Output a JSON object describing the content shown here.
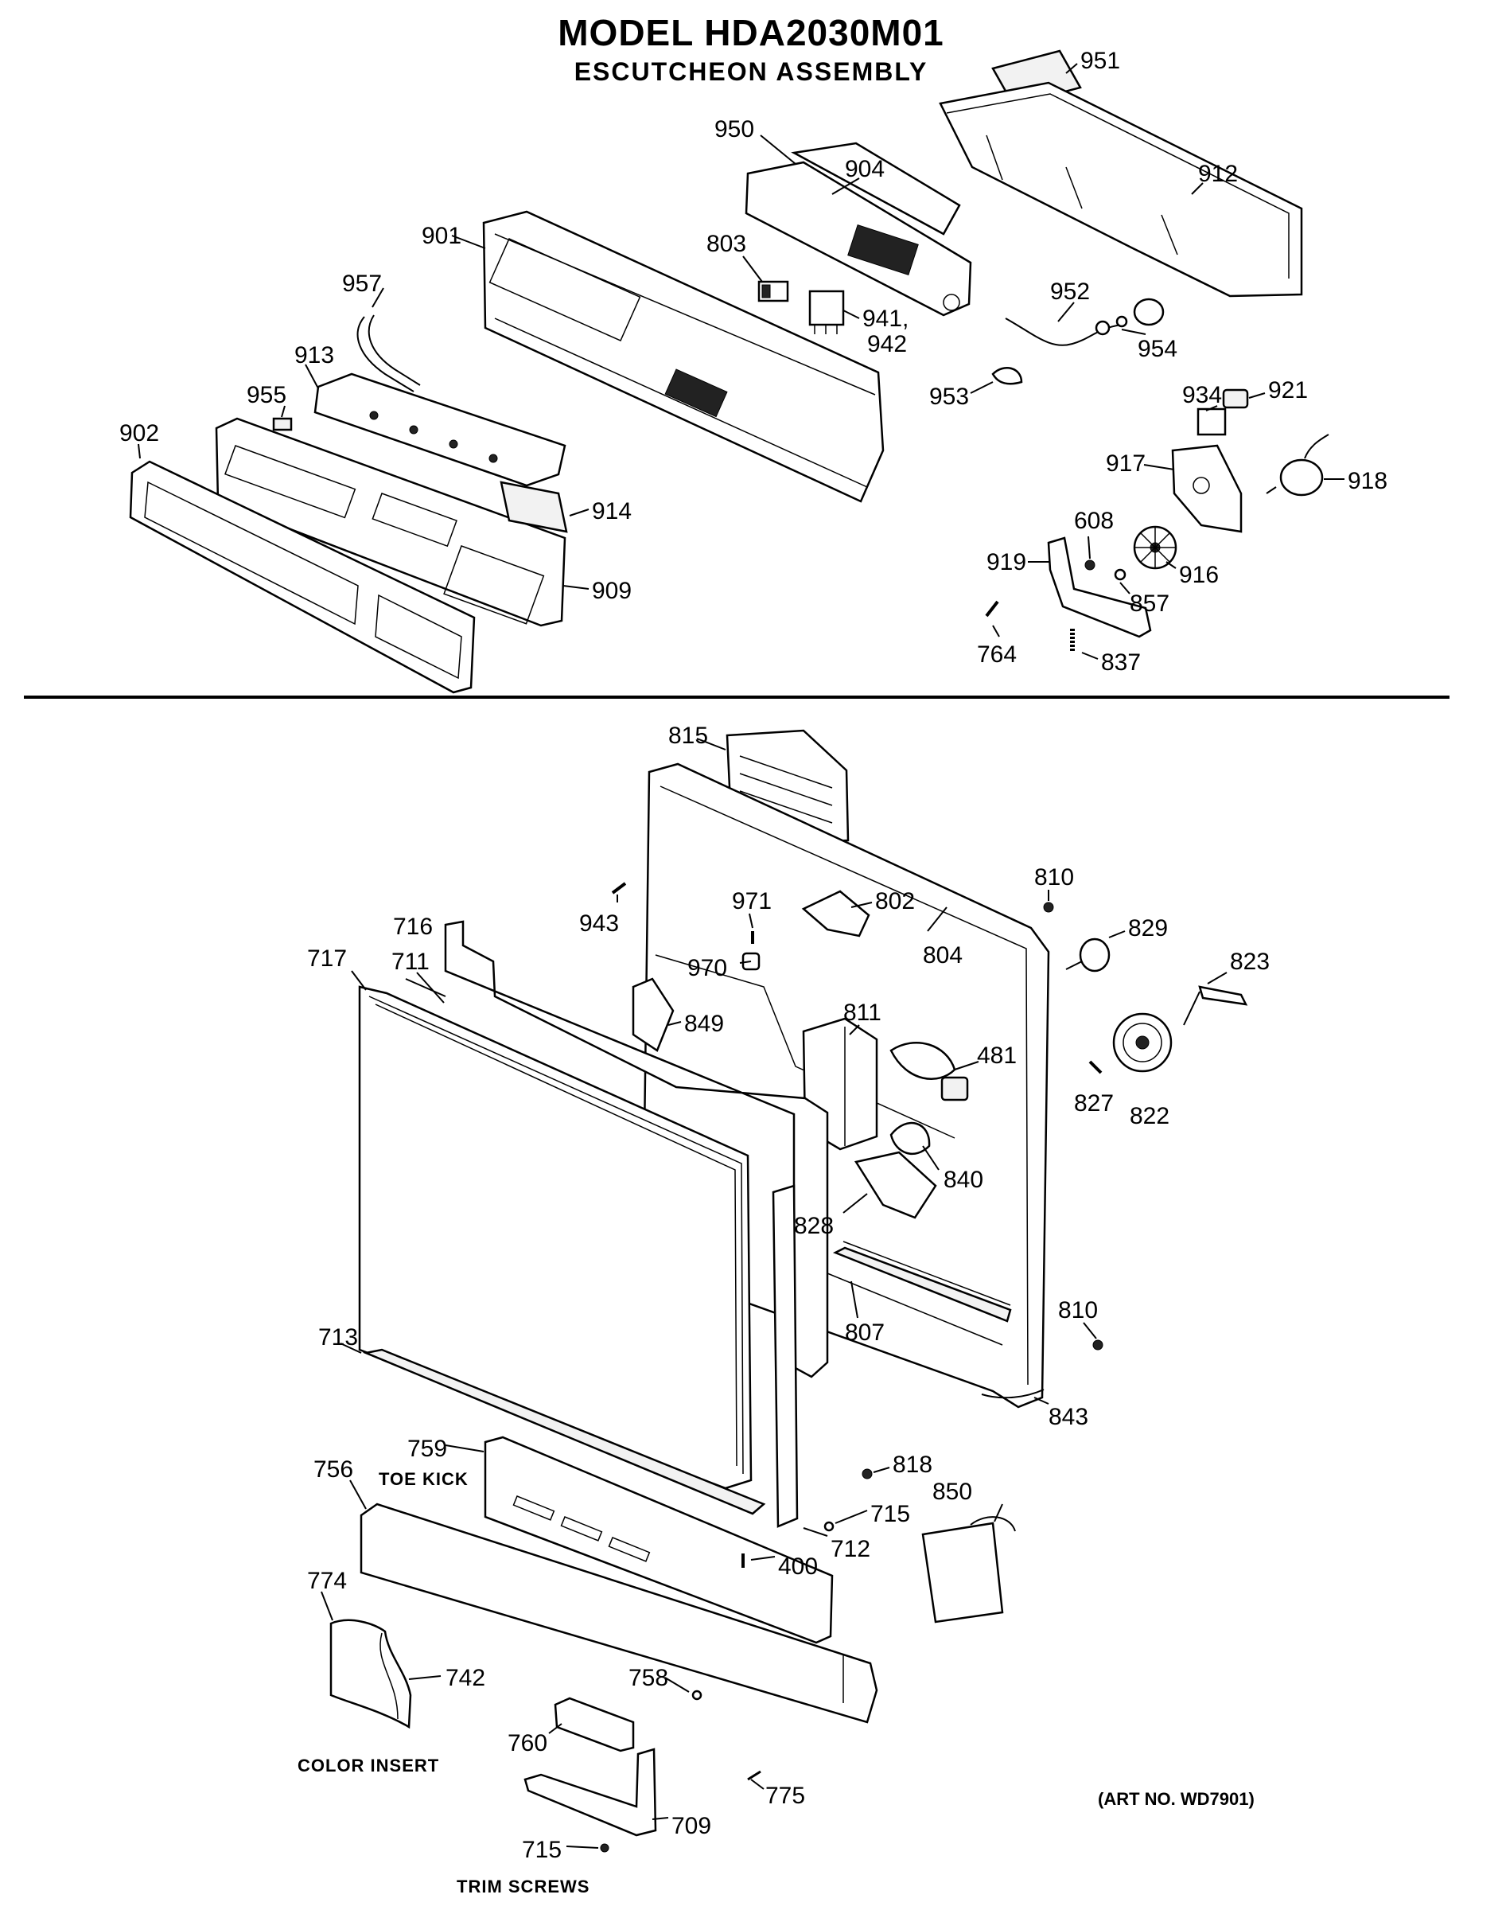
{
  "header": {
    "title": "MODEL HDA2030M01",
    "subtitle": "ESCUTCHEON ASSEMBLY"
  },
  "callouts": {
    "p951": "951",
    "p950": "950",
    "p904": "904",
    "p912": "912",
    "p901": "901",
    "p803": "803",
    "p957": "957",
    "p941": "941,",
    "p942": "942",
    "p952": "952",
    "p954": "954",
    "p913": "913",
    "p955": "955",
    "p953": "953",
    "p934": "934",
    "p921": "921",
    "p902": "902",
    "p917": "917",
    "p918": "918",
    "p914": "914",
    "p608": "608",
    "p916": "916",
    "p919": "919",
    "p909": "909",
    "p857": "857",
    "p764": "764",
    "p837": "837",
    "p815": "815",
    "p810a": "810",
    "p971": "971",
    "p802": "802",
    "p943": "943",
    "p829": "829",
    "p716": "716",
    "p717": "717",
    "p711": "711",
    "p804": "804",
    "p970": "970",
    "p823": "823",
    "p849": "849",
    "p811": "811",
    "p481": "481",
    "p827": "827",
    "p822": "822",
    "p840": "840",
    "p828": "828",
    "p810b": "810",
    "p713": "713",
    "p807": "807",
    "p843": "843",
    "p759": "759",
    "p756": "756",
    "p818": "818",
    "p850": "850",
    "p715a": "715",
    "p712": "712",
    "p400": "400",
    "p774": "774",
    "p742": "742",
    "p758": "758",
    "p760": "760",
    "p775": "775",
    "p709": "709",
    "p715b": "715"
  },
  "captions": {
    "toe_kick": "TOE KICK",
    "color_insert": "COLOR INSERT",
    "trim_screws": "TRIM SCREWS",
    "art_no": "(ART NO. WD7901)"
  }
}
